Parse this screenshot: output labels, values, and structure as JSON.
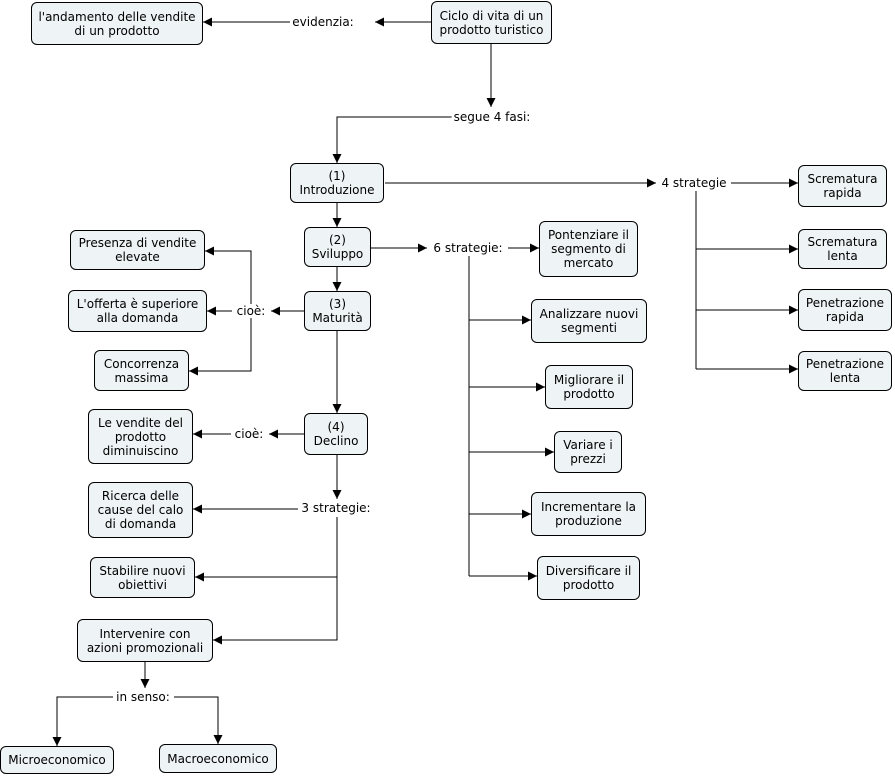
{
  "nodes": {
    "root": "Ciclo di vita di un\nprodotto turistico",
    "andamento": "l'andamento delle vendite\ndi un prodotto",
    "f1": "(1)\nIntroduzione",
    "f2": "(2)\nSviluppo",
    "f3": "(3)\nMaturità",
    "f4": "(4)\nDeclino",
    "scre_rapida": "Scrematura\nrapida",
    "scre_lenta": "Scrematura\nlenta",
    "pene_rapida": "Penetrazione\nrapida",
    "pene_lenta": "Penetrazione\nlenta",
    "potenziare": "Pontenziare il\nsegmento di\nmercato",
    "analizzare": "Analizzare nuovi\nsegmenti",
    "migliorare": "Migliorare il\nprodotto",
    "variare": "Variare i\nprezzi",
    "incrementare": "Incrementare la\nproduzione",
    "diversificare": "Diversificare il\nprodotto",
    "presenza": "Presenza di vendite\nelevate",
    "offerta": "L'offerta è superiore\nalla domanda",
    "concorrenza": "Concorrenza\nmassima",
    "vendite_dim": "Le vendite del\nprodotto\ndiminuiscino",
    "ricerca": "Ricerca delle\ncause del calo\ndi domanda",
    "stabilire": "Stabilire nuovi\nobiettivi",
    "intervenire": "Intervenire con\nazioni promozionali",
    "micro": "Microeconomico",
    "macro": "Macroeconomico"
  },
  "labels": {
    "evidenzia": "evidenzia:",
    "segue": "segue 4 fasi:",
    "strat4": "4 strategie",
    "strat6": "6 strategie:",
    "cioe1": "cioè:",
    "cioe2": "cioè:",
    "strat3": "3 strategie:",
    "insenso": "in senso:"
  }
}
